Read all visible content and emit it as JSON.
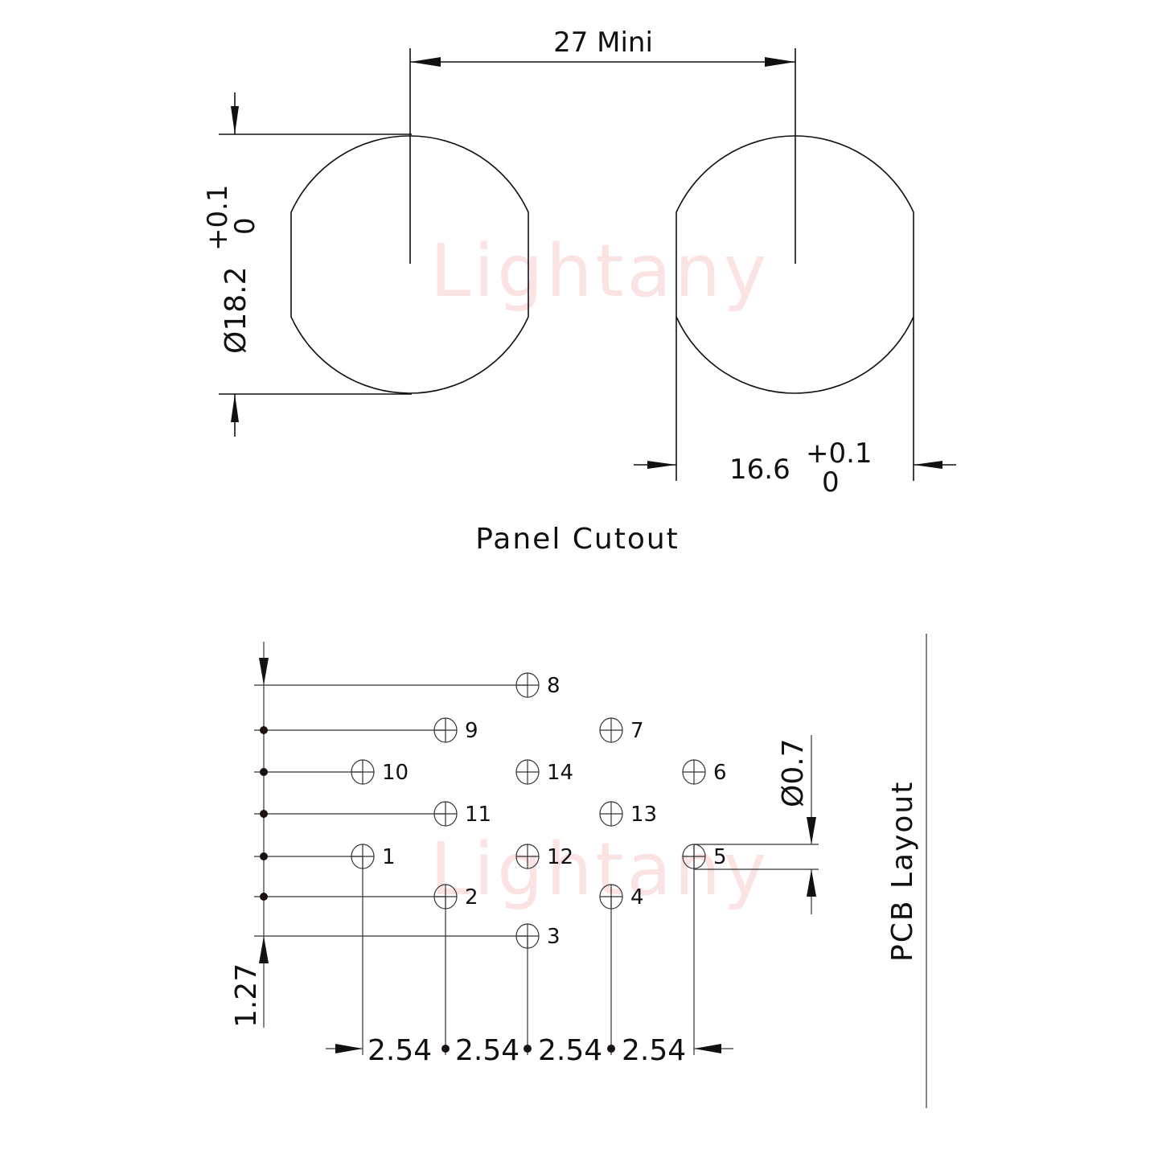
{
  "watermark": "Lightany",
  "panel_cutout": {
    "title": "Panel Cutout",
    "spacing_label": "27 Mini",
    "diameter_label": "Ø18.2",
    "diameter_tol_upper": "+0.1",
    "diameter_tol_lower": "0",
    "flat_width_label": "16.6",
    "flat_tol_upper": "+0.1",
    "flat_tol_lower": "0"
  },
  "pcb_layout": {
    "title": "PCB Layout",
    "hole_diameter_label": "Ø0.7",
    "row_pitch_label": "1.27",
    "col_pitch_labels": [
      "2.54",
      "2.54",
      "2.54",
      "2.54"
    ],
    "pins": [
      {
        "id": "1",
        "label": "1"
      },
      {
        "id": "2",
        "label": "2"
      },
      {
        "id": "3",
        "label": "3"
      },
      {
        "id": "4",
        "label": "4"
      },
      {
        "id": "5",
        "label": "5"
      },
      {
        "id": "6",
        "label": "6"
      },
      {
        "id": "7",
        "label": "7"
      },
      {
        "id": "8",
        "label": "8"
      },
      {
        "id": "9",
        "label": "9"
      },
      {
        "id": "10",
        "label": "10"
      },
      {
        "id": "11",
        "label": "11"
      },
      {
        "id": "12",
        "label": "12"
      },
      {
        "id": "13",
        "label": "13"
      },
      {
        "id": "14",
        "label": "14"
      }
    ]
  },
  "colors": {
    "line": "#111111",
    "watermark": "#fbe3e3"
  }
}
